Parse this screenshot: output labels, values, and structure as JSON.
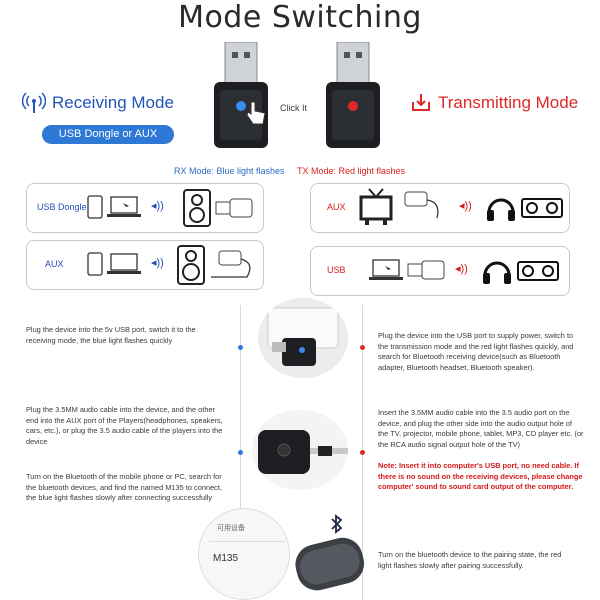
{
  "title": "Mode Switching",
  "receiving_mode": "Receiving Mode",
  "transmitting_mode": "Transmitting Mode",
  "usb_dongle_or_aux": "USB Dongle or AUX",
  "click_it": "Click It",
  "rx_mode_label": "RX Mode: Blue light flashes",
  "tx_mode_label": "TX Mode: Red  light flashes",
  "boxes": {
    "rx_usb": "USB Dongle",
    "rx_aux": "AUX",
    "tx_aux": "AUX",
    "tx_usb": "USB"
  },
  "left_desc": [
    "Plug the device into the 5v USB port, switch it to the receiving mode, the blue light flashes quickly",
    "Plug the 3.5MM audio cable into the device, and the other end into the AUX port of the Players(headphones, speakers, cars, etc.), or plug the 3.5 audio cable of the players into the device",
    "Turn on the Bluetooth of the mobile phone or PC, search for the bluetooth devices, and find the named M135 to connect, the blue light flashes slowly after connecting successfully"
  ],
  "right_desc": [
    "Plug the device into the USB port to supply power, switch to the transmission mode and the red light flashes quickly, and search for Bluetooth receiving device(such as Bluetooth  adapter, Bluetooth headset, Bluetooth speaker).",
    "Insert the 3.5MM audio cable into the 3.5 audio port on the device, and plug the other side into the audio output hole of the TV, projector, mobile phone, tablet, MP3, CD player etc.  (or the RCA audio signal output hole of the TV)",
    "Turn on the bluetooth device to the pairing state, the red light flashes slowly after pairing successfully."
  ],
  "note": "Note:   Insert it into computer's USB port, no need cable. If there is no sound on the receiving devices, please change computer' sound to sound card output of the computer.",
  "phone_screen": {
    "header": "可用设备",
    "device": "M135"
  },
  "colors": {
    "blue": "#2e78d6",
    "red": "#e02828"
  }
}
